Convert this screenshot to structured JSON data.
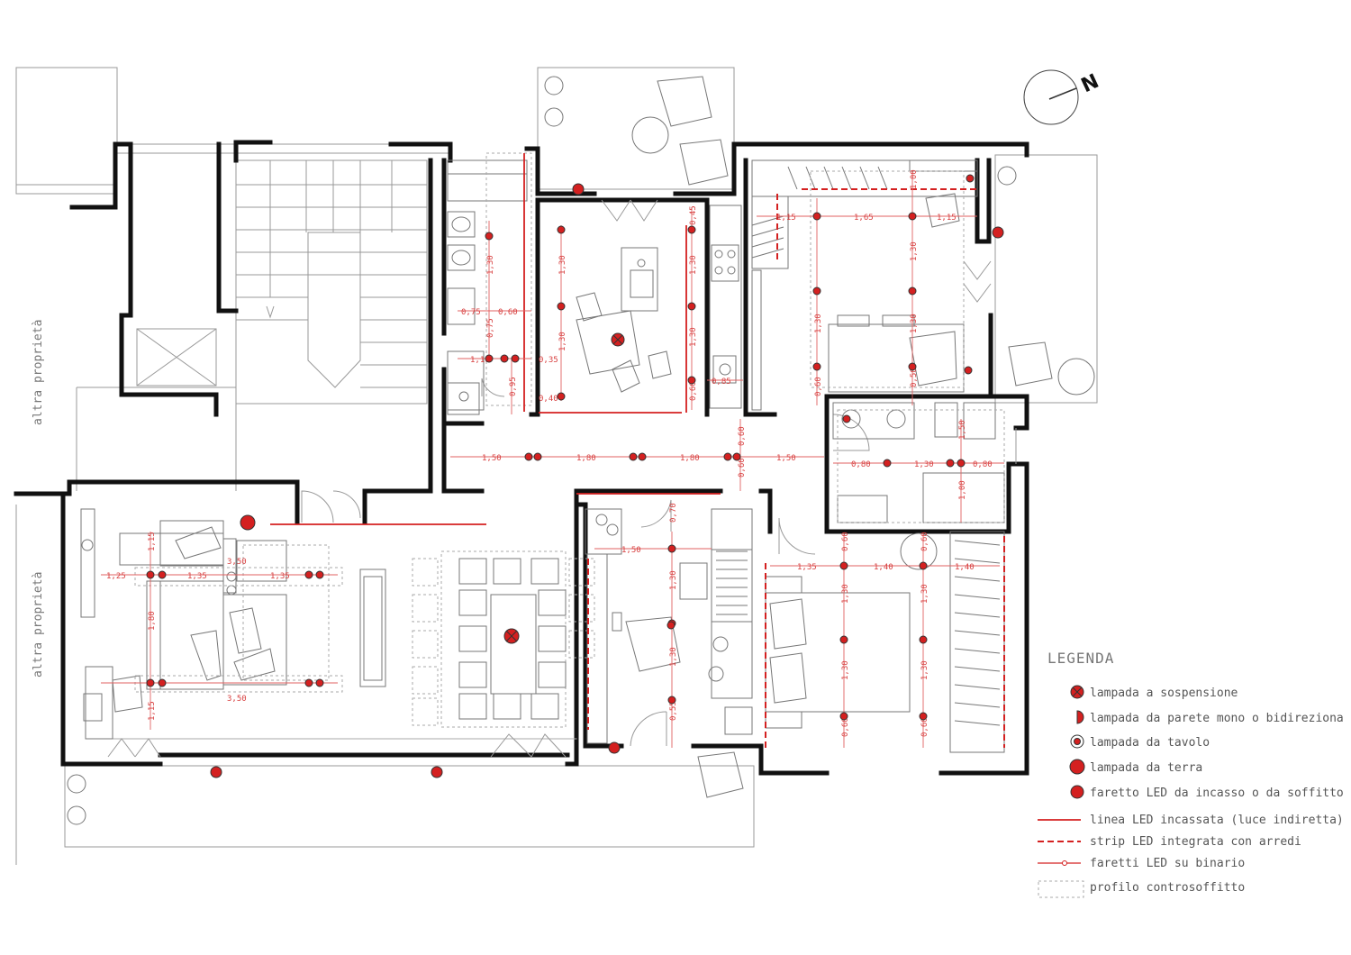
{
  "labels": {
    "prop_top": "altra proprietà",
    "prop_bottom": "altra proprietà",
    "north": "N"
  },
  "dimensions": {
    "hall": [
      "1,50",
      "1,80",
      "1,80",
      "1,50"
    ],
    "hall_vert": [
      "0,60",
      "0,60"
    ],
    "living": [
      "1,25",
      "1,35",
      "1,35",
      "3,50",
      "3,50",
      "1,15",
      "1,80",
      "1,15"
    ],
    "bath1": [
      "0,75",
      "0,60",
      "1,30",
      "0,75",
      "1,10",
      "0,35",
      "0,95",
      "0,40"
    ],
    "kitchen": [
      "1,30",
      "1,30",
      "0,45",
      "1,30",
      "1,30",
      "0,60",
      "0,85"
    ],
    "bedroom1": [
      "1,15",
      "1,65",
      "1,15",
      "1,00",
      "1,30",
      "1,30",
      "0,60",
      "0,50",
      "1,30"
    ],
    "bath2": [
      "0,80",
      "1,30",
      "0,80",
      "1,50",
      "1,00"
    ],
    "studio": [
      "1,50",
      "1,30",
      "1,30",
      "0,70",
      "0,55"
    ],
    "bedroom2": [
      "1,35",
      "1,40",
      "1,40",
      "0,60",
      "1,30",
      "1,30",
      "0,60",
      "0,60",
      "1,30",
      "1,30",
      "0,60"
    ]
  },
  "legend": {
    "title": "LEGENDA",
    "items": [
      {
        "key": "pendant",
        "label": "lampada a sospensione"
      },
      {
        "key": "wall",
        "label": "lampada da parete mono o bidireziona"
      },
      {
        "key": "table",
        "label": "lampada da tavolo"
      },
      {
        "key": "floor",
        "label": "lampada da terra"
      },
      {
        "key": "spot",
        "label": "faretto LED da incasso o da soffitto"
      },
      {
        "key": "led_line",
        "label": "linea LED incassata (luce indiretta)"
      },
      {
        "key": "led_strip",
        "label": "strip LED integrata con arredi"
      },
      {
        "key": "led_track",
        "label": "faretti LED su binario"
      },
      {
        "key": "ceiling",
        "label": "profilo controsoffitto"
      }
    ]
  },
  "colors": {
    "led": "#d42020",
    "wall": "#111111",
    "furniture": "#777777",
    "dimension": "#e06060"
  }
}
